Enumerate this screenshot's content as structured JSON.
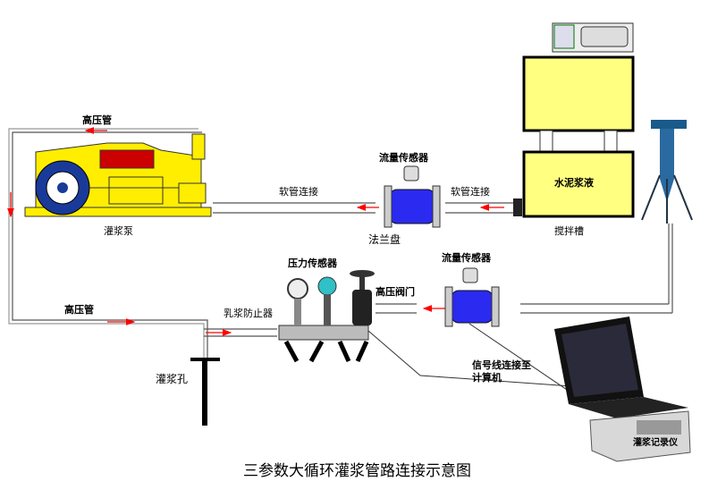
{
  "diagram": {
    "title": "三参数大循环灌浆管路连接示意图",
    "labels": {
      "high_pressure_pipe_top": "高压管",
      "high_pressure_pipe_bottom": "高压管",
      "grout_pump": "灌浆泵",
      "hose_connection_left": "软管连接",
      "hose_connection_right": "软管连接",
      "flow_sensor_top": "流量传感器",
      "flow_sensor_bottom": "流量传感器",
      "flange": "法兰盘",
      "cement_slurry": "水泥浆液",
      "mixing_tank": "搅拌槽",
      "pressure_sensor": "压力传感器",
      "high_pressure_valve": "高压阀门",
      "anti_slurry_device": "乳浆防止器",
      "grout_hole": "灌浆孔",
      "signal_line_1": "信号线连接至",
      "signal_line_2": "计算机",
      "grout_recorder": "灌浆记录仪"
    },
    "colors": {
      "tank_fill": "#ffff80",
      "pump_body": "#ffee00",
      "flow_sensor": "#2a2af0",
      "pipe_arrow": "#ff0000",
      "pressure_sensor_body": "#30c0c8",
      "laptop": "#111111",
      "recorder_box": "#d8d8d8"
    }
  }
}
